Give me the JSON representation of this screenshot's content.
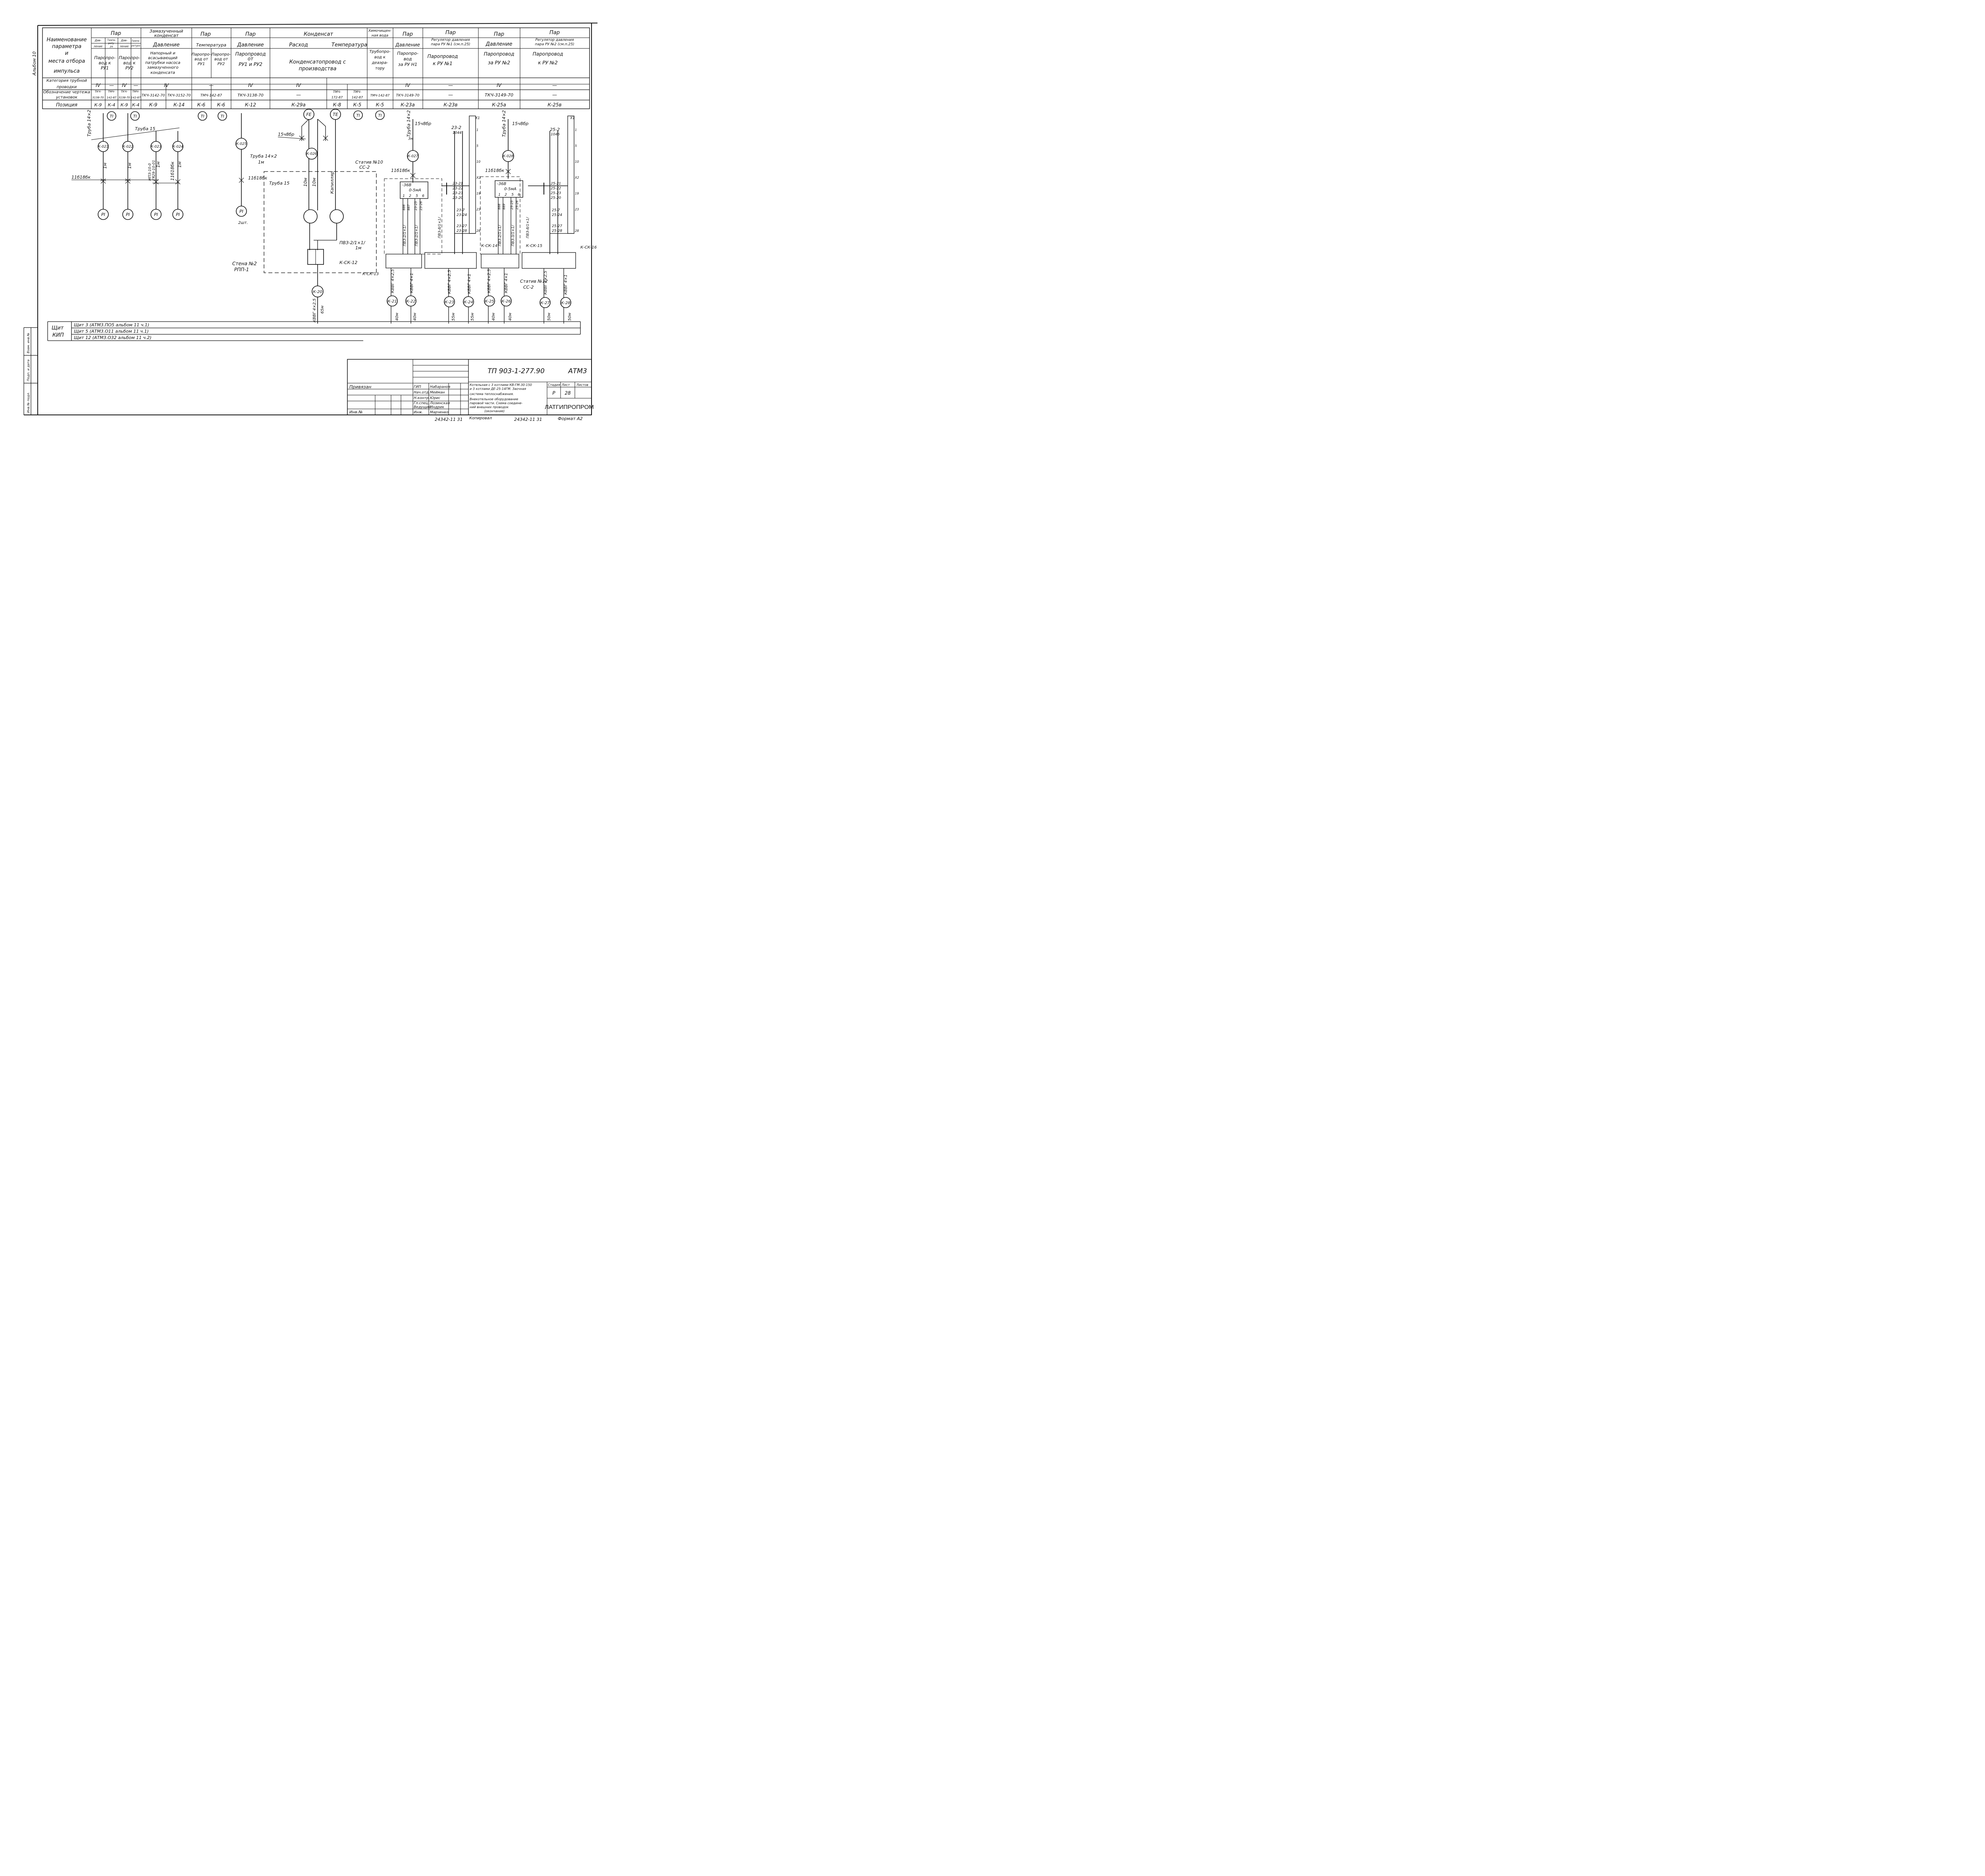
{
  "header_table": {
    "row_labels": {
      "param": [
        "Наименование",
        "параметра",
        "и",
        "места отбора",
        "импульса"
      ],
      "category": [
        "Категория трубной",
        "проводки"
      ],
      "drawing": [
        "Обозначение чертежа",
        "установок"
      ],
      "position": "Позиция"
    },
    "columns": [
      {
        "group": "Пар",
        "sub": [
          "Дав-",
          "ление"
        ],
        "place": [
          "Паропро-",
          "вод к",
          "РУ1"
        ],
        "cat": "IV",
        "dwg": [
          "ТКЧ-",
          "3138-70"
        ],
        "pos": "К-9"
      },
      {
        "sub": [
          "Темпе-",
          "рату-",
          "ра"
        ],
        "cat": "—",
        "dwg": [
          "ТМЧ-",
          "142-87"
        ],
        "pos": "К-4"
      },
      {
        "sub": [
          "Дав-",
          "ление"
        ],
        "place": [
          "Паропро-",
          "вод к",
          "РУ2"
        ],
        "cat": "IV",
        "dwg": [
          "ТКЧ-",
          "3138-70"
        ],
        "pos": "К-9"
      },
      {
        "sub": [
          "Темпе-",
          "ратура"
        ],
        "cat": "—",
        "dwg": [
          "ТМЧ-",
          "142-87"
        ],
        "pos": "К-4"
      },
      {
        "group": [
          "Замазученный",
          "конденсат"
        ],
        "sub": "Давление",
        "place": [
          "Напорный и",
          "всасывающий",
          "патрубки насоса",
          "замазученного",
          "конденсата"
        ],
        "cat": "IV",
        "dwg": "ТКЧ-3142-70",
        "pos": "К-9"
      },
      {
        "dwg": "ТКЧ-3152-70",
        "pos": "К-14"
      },
      {
        "group": "Пар",
        "sub": "Температура",
        "place": [
          "Паропро-",
          "вод от",
          "РУ1"
        ],
        "cat": "—",
        "dwg": "ТМЧ-142-87",
        "pos": "К-6"
      },
      {
        "place": [
          "Паропро-",
          "вод от",
          "РУ2"
        ],
        "pos": "К-6"
      },
      {
        "group": "Пар",
        "sub": "Давление",
        "place": [
          "Паропровод",
          "от",
          "РУ1 и РУ2"
        ],
        "cat": "IV",
        "dwg": "ТКЧ-3138-70",
        "pos": "К-12"
      },
      {
        "group": "Конденсат",
        "sub": "Расход",
        "place": [
          "Конденсатопровод с",
          "производства"
        ],
        "cat": "IV",
        "dwg": "—",
        "pos": "К-29а"
      },
      {
        "sub": "Температура",
        "dwg": [
          "ТМЧ-",
          "172-87"
        ],
        "pos": "К-8"
      },
      {
        "dwg": [
          "ТМЧ-",
          "142-87"
        ],
        "pos": "К-5"
      },
      {
        "group": [
          "Химочищен-",
          "ная вода"
        ],
        "place": [
          "Трубопро-",
          "вод к",
          "деаэра-",
          "тору"
        ],
        "dwg": "ТМЧ-142-87",
        "pos": "К-5"
      },
      {
        "group": "Пар",
        "sub": "Давление",
        "place": [
          "Паропро-",
          "вод",
          "за РУ Н1"
        ],
        "cat": "IV",
        "dwg": "ТКЧ-3149-70",
        "pos": "К-23а"
      },
      {
        "group": "Пар",
        "sub": [
          "Регулятор давления",
          "пара РУ №1 (см.п.25)"
        ],
        "place": [
          "Паропровод",
          "к РУ №1"
        ],
        "cat": "—",
        "dwg": "—",
        "pos": "К-23в"
      },
      {
        "group": "Пар",
        "sub": "Давление",
        "place": [
          "Паропровод",
          "за РУ №2"
        ],
        "cat": "IV",
        "dwg": "ТКЧ-3149-70",
        "pos": "К-25а"
      },
      {
        "group": "Пар",
        "sub": [
          "Регулятор давления",
          "пара РУ №2 (см.п.25)"
        ],
        "place": [
          "Паропровод",
          "к РУ №2"
        ],
        "cat": "—",
        "dwg": "—",
        "pos": "К-25в"
      }
    ]
  },
  "margin_labels": {
    "album": "Альбом 10",
    "stamp": [
      "Инв.№ подл.",
      "Подп. и дата",
      "Взам. инв.№"
    ]
  },
  "instruments": {
    "ti": "TI",
    "pi": "PI",
    "fe": "FE",
    "te": "TE",
    "pi_note": "2шт.",
    "pipe_left": [
      "К-021",
      "К-022",
      "К-023",
      "К-024"
    ],
    "pipe_mid": [
      "К-025",
      "К-026"
    ],
    "pipe_right": [
      "К-027",
      "К-028"
    ],
    "cable_nodes": [
      "К-20",
      "К-21",
      "К-22",
      "К-23",
      "К-24",
      "К-25",
      "К-26",
      "К-27",
      "К-28"
    ],
    "lengths": [
      "65м",
      "40м",
      "40м",
      "55м",
      "55м",
      "40м",
      "40м",
      "50м",
      "50м"
    ]
  },
  "labels": {
    "truba_14x2": "Труба 14×2",
    "truba_15": "Труба 15",
    "valve_1": "11б18бк",
    "valve_2": "15ч8бр",
    "m1": "1м",
    "m3": "3м",
    "m10": "10м",
    "mpz": [
      "МПЗ-10-0",
      "ГЯ29-10-01"
    ],
    "stativ_10": [
      "Статив №10",
      "СС-2"
    ],
    "stativ_12": [
      "Статив №12",
      "СС-2"
    ],
    "stena": [
      "Стена №2",
      "РПП-1"
    ],
    "pvz_21": "ПВЗ-2/1×1/",
    "pvz_31": "ПВЗ-3/1×1/",
    "pvz_81": "ПВЗ-8/1×1/",
    "kapillyar": "Капилляр",
    "kvvg": "КВВГ 4×2,5",
    "kvvg4": "КВВГ 4×1",
    "k_sk": [
      "К-СК-12",
      "К-СК-13",
      "К-СК-14",
      "К-СК-15",
      "К-СК-16"
    ],
    "converter_power": "-36В",
    "converter_out": "0-5мА",
    "terminals": [
      "1",
      "2",
      "5",
      "6"
    ],
    "contacts_1": [
      "886",
      "887",
      "23-25",
      "23-26"
    ],
    "contacts_2": [
      "888",
      "889",
      "25-25",
      "25-26"
    ],
    "strip_top": "23-2",
    "strip_top2": "25-2",
    "strip_sub": "1044",
    "strip_sub2": "1046",
    "strip_refs_1": [
      "23-21",
      "23-22",
      "23-23",
      "23-9",
      "23-20",
      "23-7",
      "23-24",
      "23-27",
      "23-28"
    ],
    "strip_refs_2": [
      "25-21",
      "25-22",
      "25-23",
      "25-9",
      "25-20",
      "25-7",
      "25-24",
      "25-27",
      "25-28"
    ],
    "strip_numbers": [
      "Х1",
      "1",
      "2",
      "3",
      "4",
      "5",
      "6",
      "7",
      "8",
      "9",
      "10",
      "11",
      "12",
      "13",
      "14",
      "Х2",
      "15",
      "16",
      "17",
      "18",
      "19",
      "20",
      "21",
      "22",
      "23",
      "24",
      "25",
      "26",
      "27",
      "28"
    ]
  },
  "shield_table": {
    "head": [
      "Щит",
      "КИП"
    ],
    "rows": [
      "Щит 3  (АТМ3.ПО5 альбом 11 ч.1)",
      "Щит 5  (АТМ3.О11 альбом 11 ч.1)",
      "Щит 12 (АТМ3.О32 альбом 11 ч.2)"
    ]
  },
  "title_block": {
    "doc_number": "ТП 903-1-277.90",
    "sheet_code": "АТМ3",
    "privyazan": "Привязан",
    "inv": "Инв.№",
    "roles": [
      "ГИП",
      "Нач.отд.",
      "Н.контр.",
      "Гл.спец.",
      "Ведущий",
      "Инж."
    ],
    "names": [
      "Набаранов",
      "Мейман",
      "Юрис",
      "Лозинская",
      "Индрик",
      "Марченко"
    ],
    "title": [
      "Котельная с 3 котлами КВ-ГМ-30-150",
      "и 3 котлами ДЕ-25-14ГМ. Заочная",
      "система теплоснабжения.",
      "Внекотельное оборудование",
      "паровой части. Схема соедине-",
      "ний внешних проводок",
      "(окончание)"
    ],
    "stage_h": "Стадия",
    "sheet_h": "Лист",
    "sheets_h": "Листов",
    "stage": "Р",
    "sheet": "28",
    "org": "ЛАТГИПРОПРОМ",
    "copied": "Копировал",
    "code": "24342-11  31",
    "format": "Формат А2"
  }
}
